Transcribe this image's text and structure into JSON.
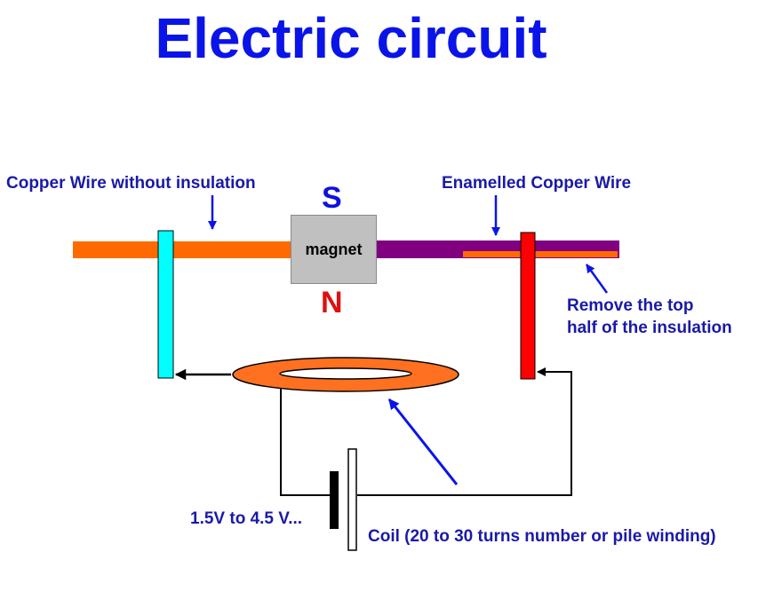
{
  "title": "Electric circuit",
  "labels": {
    "copper_wire": "Copper Wire without insulation",
    "enamelled_wire": "Enamelled Copper Wire",
    "south": "S",
    "north": "N",
    "magnet": "magnet",
    "remove_line1": "Remove the top",
    "remove_line2": "half of the insulation",
    "voltage": "1.5V to 4.5 V...",
    "coil": "Coil (20 to 30 turns number or pile winding)"
  },
  "colors": {
    "title_text": "#0a14e8",
    "label_text": "#1a1aa8",
    "south_pole": "#1010e0",
    "north_pole": "#e01010",
    "bare_wire": "#ff6a00",
    "enamelled_wire": "#800080",
    "left_support": "#00ffff",
    "right_support": "#ff0000",
    "coil": "#ff7020",
    "magnet": "#c0c0c0",
    "pointer_arrows": "#0a14e8"
  }
}
